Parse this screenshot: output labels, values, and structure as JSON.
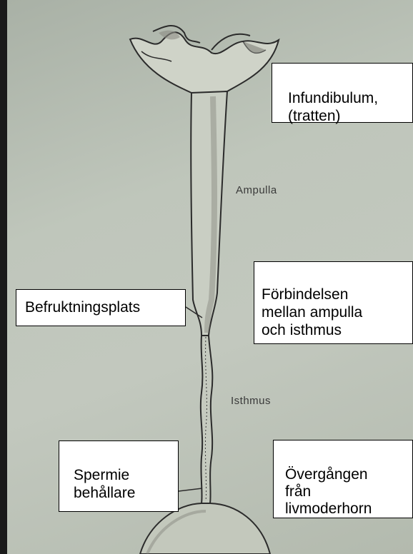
{
  "labels": {
    "infundibulum": "Infundibulum,\n(tratten)",
    "ampulla": "Ampulla",
    "forbindelsen": "Förbindelsen\nmellan ampulla\noch isthmus",
    "befruktningsplats": "Befruktningsplats",
    "isthmus": "Isthmus",
    "spermie": "Spermie\nbehållare",
    "overgangen": "Övergången\nfrån\nlivmoderhorn"
  },
  "colors": {
    "paper": "#c0c6bb",
    "ink": "#2b2b2b",
    "box_fill": "#ffffff",
    "box_border": "#000000"
  }
}
